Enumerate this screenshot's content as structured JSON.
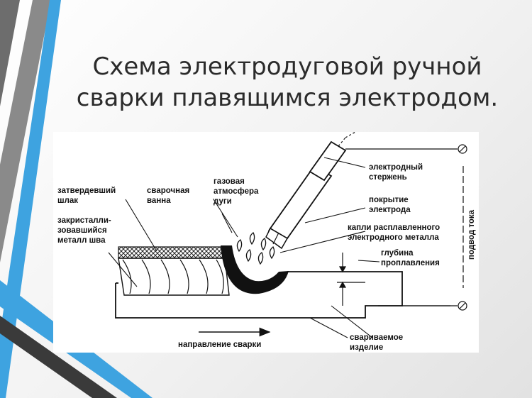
{
  "slide": {
    "title_line1": "Схема электродуговой ручной",
    "title_line2": "сварки плавящимся электродом."
  },
  "diagram": {
    "labels": {
      "electrode_rod_1": "электродный",
      "electrode_rod_2": "стержень",
      "coating_1": "покрытие",
      "coating_2": "электрода",
      "droplets_1": "капли расплавленного",
      "droplets_2": "электродного металла",
      "depth_1": "глубина",
      "depth_2": "проплавления",
      "workpiece_1": "свариваемое",
      "workpiece_2": "изделие",
      "current_supply": "подвод тока",
      "gas_1": "газовая",
      "gas_2": "атмосфера",
      "gas_3": "дуги",
      "pool_1": "сварочная",
      "pool_2": "ванна",
      "slag_1": "затвердевший",
      "slag_2": "шлак",
      "crystal_1": "закристалли-",
      "crystal_2": "зовавшийся",
      "crystal_3": "металл шва",
      "direction": "направление сварки"
    }
  }
}
